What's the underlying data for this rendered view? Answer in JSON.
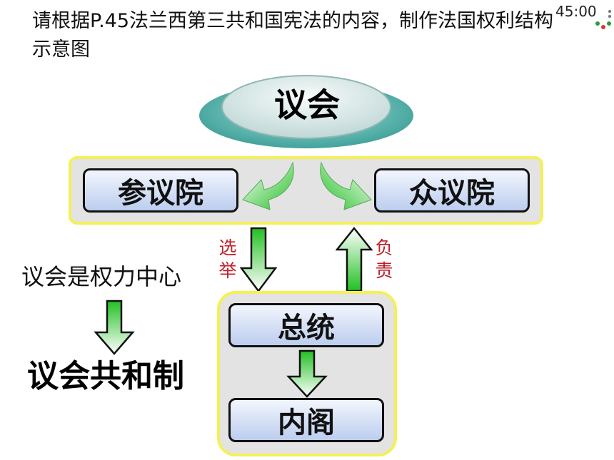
{
  "slide": {
    "instruction": "请根据P.45法兰西第三共和国宪法的内容，制作法国权利结构示意图",
    "timer": "45:00"
  },
  "diagram": {
    "parliament": "议会",
    "senate": "参议院",
    "chamber": "众议院",
    "elect_label": "选举",
    "responsible_label": "负责",
    "president": "总统",
    "cabinet": "内阁",
    "note": "议会是权力中心",
    "conclusion": "议会共和制"
  },
  "colors": {
    "panel_border": "#f3f05a",
    "panel_fill": "#e3e3e3",
    "box_fill_top": "#f2f6fd",
    "box_fill_bottom": "#bccdee",
    "arrow_green": "#2ec42e",
    "ellipse_teal": "#59b7b0",
    "label_red": "#c0202a"
  }
}
